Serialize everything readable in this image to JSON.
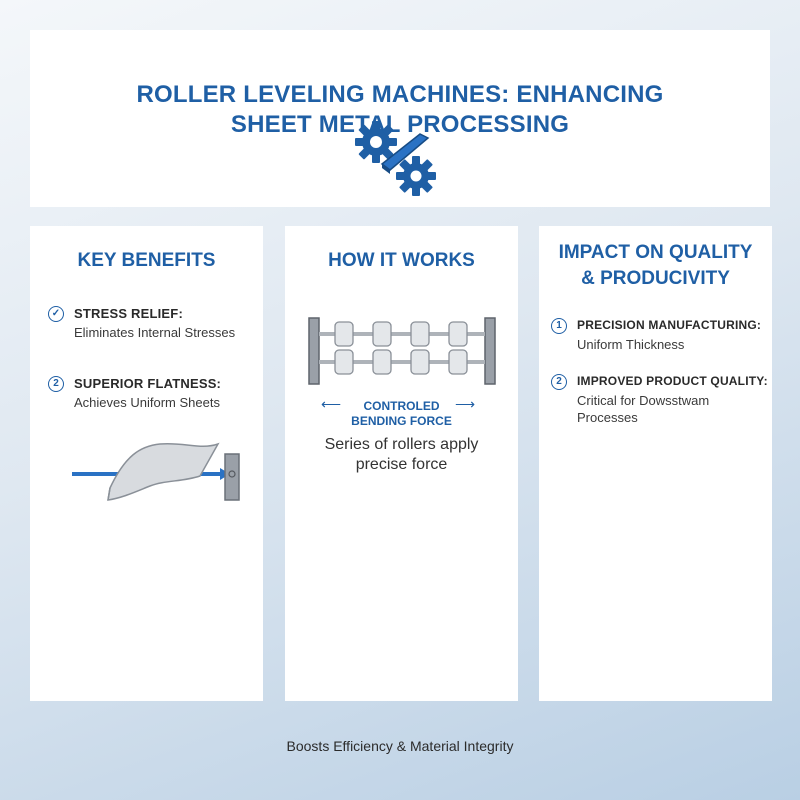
{
  "header": {
    "title_line1": "ROLLER LEVELING MACHINES: ENHANCING",
    "title_line2": "SHEET METAL PROCESSING",
    "icon": "gears-with-sheet-icon"
  },
  "colors": {
    "accent": "#1f5fa5",
    "panel": "#ffffff",
    "text": "#2a2a2a"
  },
  "key_benefits": {
    "heading": "KEY BENEFITS",
    "items": [
      {
        "icon": "check-circle-icon",
        "marker": "✓",
        "title": "STRESS RELIEF:",
        "desc": "Eliminates Internal Stresses"
      },
      {
        "icon": "number-2-circle-icon",
        "marker": "2",
        "title": "SUPERIOR FLATNESS:",
        "desc": "Achieves Uniform Sheets"
      }
    ]
  },
  "how_it_works": {
    "heading": "HOW IT WORKS",
    "force_label_line1": "CONTROLED",
    "force_label_line2": "BENDING FORCE",
    "desc_line1": "Series of rollers apply",
    "desc_line2": "precise force"
  },
  "impact": {
    "heading_line1": "IMPACT ON QUALITY",
    "heading_line2": "& PRODUCIVITY",
    "items": [
      {
        "icon": "number-1-circle-icon",
        "marker": "1",
        "title": "PRECISION MANUFACTURING:",
        "desc": "Uniform Thickness"
      },
      {
        "icon": "number-2-circle-icon",
        "marker": "2",
        "title": "IMPROVED PRODUCT QUALITY:",
        "desc": "Critical for Dowsstwam Processes"
      }
    ]
  },
  "footer": {
    "text": "Boosts Efficiency & Material Integrity"
  }
}
